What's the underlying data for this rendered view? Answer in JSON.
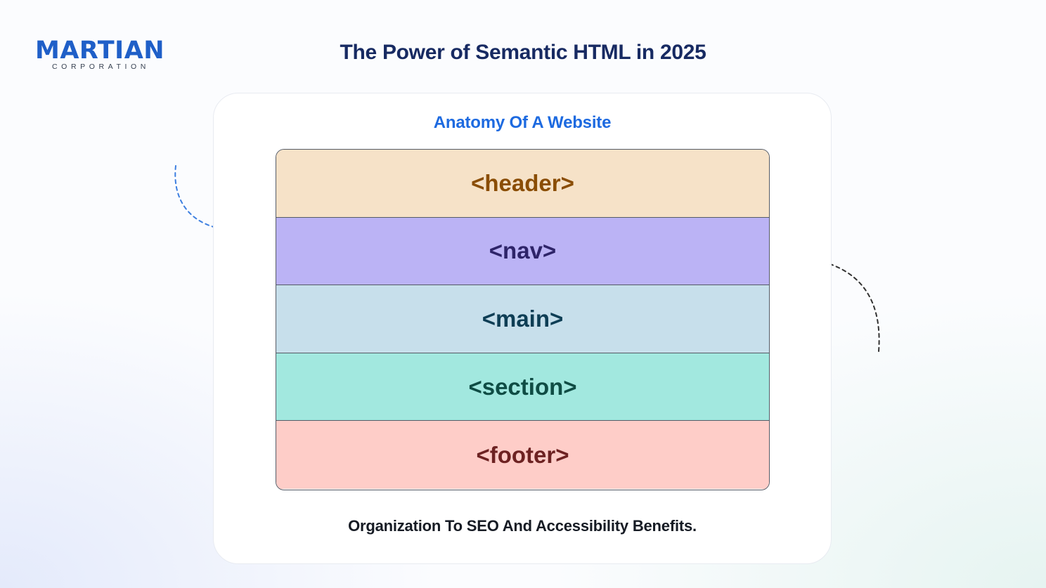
{
  "logo": {
    "wordmark": "MARTIAN",
    "tagline": "CORPORATION",
    "color": "#1f5fc8"
  },
  "page": {
    "title": "The Power of Semantic HTML in 2025"
  },
  "diagram": {
    "title": "Anatomy Of A Website",
    "layers": [
      {
        "label": "<header>",
        "fill": "#f6e2c8",
        "text_color": "#8a4d05"
      },
      {
        "label": "<nav>",
        "fill": "#bbb3f5",
        "text_color": "#2e2469"
      },
      {
        "label": "<main>",
        "fill": "#c7dfeb",
        "text_color": "#0e3e55"
      },
      {
        "label": "<section>",
        "fill": "#a2e8df",
        "text_color": "#0f4c44"
      },
      {
        "label": "<footer>",
        "fill": "#fecdc8",
        "text_color": "#6d2222"
      }
    ],
    "caption": "Organization To SEO And Accessibility Benefits."
  },
  "decorations": {
    "arrows": [
      {
        "name": "dashed-arrow-left-icon",
        "color": "#3d7fe0"
      },
      {
        "name": "dashed-arrow-right-icon",
        "color": "#333333"
      },
      {
        "name": "dashed-arrow-bottom-right-icon",
        "color": "#3d7fe0"
      }
    ]
  }
}
